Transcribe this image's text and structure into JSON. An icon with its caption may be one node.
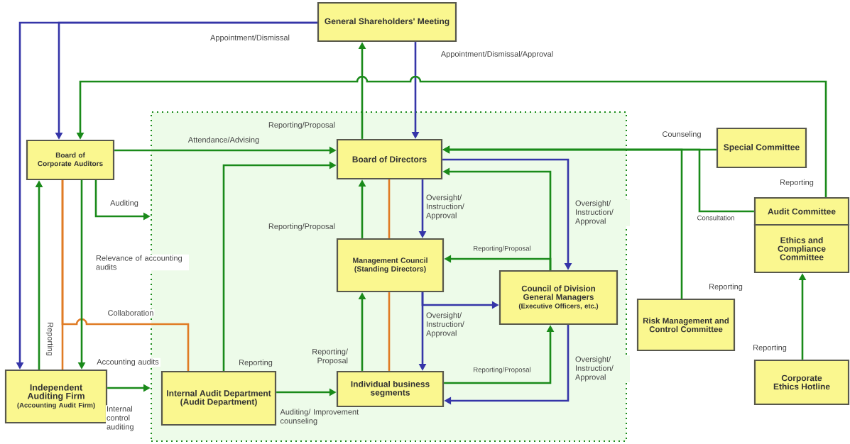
{
  "diagram": {
    "nodes": [
      {
        "text": [],
        "shape": "box"
      },
      {
        "text": [
          "General Shareholders' Meeting"
        ]
      },
      {
        "text": [
          "Board of Corporate Auditors"
        ]
      },
      {
        "text": [
          "Board of Directors"
        ],
        "in": 0
      },
      {
        "text": [
          "Special Committee"
        ]
      },
      {
        "text": [
          "Audit Committee"
        ]
      },
      {
        "text": [
          "Ethics and Compliance Committee"
        ]
      },
      {
        "text": [
          "Management Council (Standing Directors)"
        ],
        "in": 0
      },
      {
        "text": [
          "Council of Division General Managers",
          "(Executive Officers, etc.)"
        ],
        "in": 0
      },
      {
        "text": [
          "Risk Management and Control Committee"
        ]
      },
      {
        "text": [
          "Independent Auditing Firm",
          "(Accounting Audit Firm)"
        ]
      },
      {
        "text": [
          "Internal Audit Department (Audit Department)"
        ],
        "in": 0
      },
      {
        "text": [
          "Individual business segments"
        ],
        "in": 0
      },
      {
        "text": [
          "Corporate Ethics Hotline"
        ]
      }
    ],
    "edges": [
      {
        "from": 1,
        "to": 2,
        "arrow": "to",
        "color": "#3535a8",
        "label": "Appointment/Dismissal"
      },
      {
        "from": 1,
        "to": 10,
        "arrow": "to",
        "color": "#3535a8"
      },
      {
        "from": 1,
        "to": 3,
        "arrow": "to",
        "color": "#3535a8",
        "label": "Appointment/Dismissal/Approval"
      },
      {
        "from": 3,
        "to": 1,
        "arrow": "to",
        "label": "Reporting/Proposal"
      },
      {
        "from": 5,
        "to": 2,
        "arrow": "to",
        "label": "Reporting"
      },
      {
        "from": 2,
        "to": 3,
        "arrow": "to",
        "label": "Attendance/Advising"
      },
      {
        "from": 11,
        "to": 3,
        "arrow": "to",
        "label": "Reporting"
      },
      {
        "from": 7,
        "to": 3,
        "arrow": "to",
        "label": "Reporting/Proposal"
      },
      {
        "from": 3,
        "to": 7,
        "arrow": "to",
        "color": "#3535a8",
        "label": "Oversight/ Instruction/ Approval"
      },
      {
        "from": 3,
        "to": 8,
        "arrow": "to",
        "color": "#3535a8",
        "label": "Oversight/ Instruction/ Approval"
      },
      {
        "from": 8,
        "to": 3,
        "arrow": "to"
      },
      {
        "from": 8,
        "to": 7,
        "arrow": "to",
        "label": "Reporting/Proposal"
      },
      {
        "from": 4,
        "to": 3,
        "arrow": "to",
        "label": "Counseling"
      },
      {
        "from": 5,
        "to": 3,
        "arrow": "to",
        "label": "Consultation"
      },
      {
        "from": 9,
        "to": 3,
        "arrow": "to",
        "label": "Reporting"
      },
      {
        "from": 13,
        "to": 6,
        "arrow": "to",
        "label": "Reporting"
      },
      {
        "from": 2,
        "to": 10,
        "arrow": "none",
        "color": "#e07b24"
      },
      {
        "from": 2,
        "to": 11,
        "arrow": "none",
        "color": "#e07b24",
        "label": "Collaboration"
      },
      {
        "from": 3,
        "to": 7,
        "arrow": "none",
        "color": "#e07b24"
      },
      {
        "from": 7,
        "to": 12,
        "arrow": "none",
        "color": "#e07b24"
      },
      {
        "from": 10,
        "to": 2,
        "arrow": "to",
        "label": "Reporting"
      },
      {
        "from": 2,
        "to": 10,
        "arrow": "to",
        "label": "Relevance of accounting audits"
      },
      {
        "from": 10,
        "to": 0,
        "arrow": "to",
        "label": "Accounting audits"
      },
      {
        "from": 2,
        "to": 0,
        "arrow": "to",
        "label": "Auditing"
      },
      {
        "from": 11,
        "to": 12,
        "arrow": "to",
        "label": "Auditing/ Improvement counseling"
      },
      {
        "from": 12,
        "to": 7,
        "arrow": "to",
        "label": "Reporting/ Proposal"
      },
      {
        "from": 7,
        "to": 12,
        "arrow": "to",
        "color": "#3535a8",
        "label": "Oversight/ Instruction/ Approval"
      },
      {
        "from": 7,
        "to": 8,
        "arrow": "to",
        "color": "#3535a8"
      },
      {
        "from": 12,
        "to": 8,
        "arrow": "to",
        "label": "Reporting/Proposal"
      },
      {
        "from": 8,
        "to": 12,
        "arrow": "to",
        "color": "#3535a8",
        "label": "Oversight/ Instruction/ Approval"
      }
    ],
    "labels": [
      "Internal control auditing"
    ]
  }
}
